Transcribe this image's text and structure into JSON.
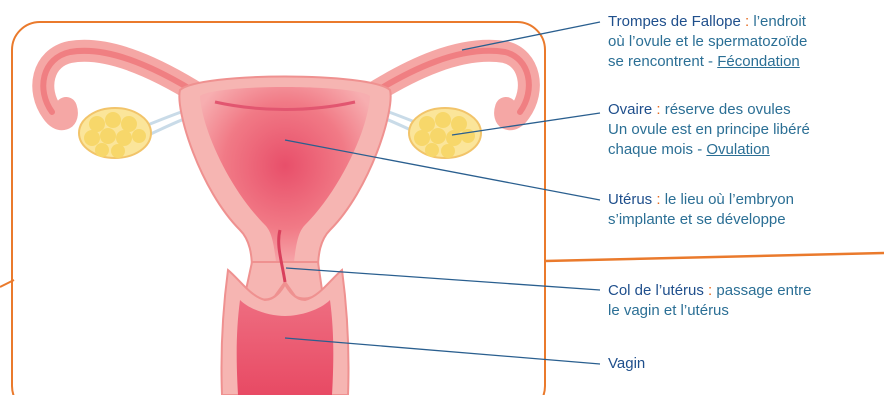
{
  "labels": {
    "trompes": {
      "term": "Trompes de Fallope",
      "sep": " : ",
      "line1_rest": "l’endroit",
      "line2": "où l’ovule et le spermatozoïde",
      "line3_text": "se rencontrent - ",
      "line3_link": "Fécondation"
    },
    "ovaire": {
      "term": "Ovaire",
      "sep": " : ",
      "line1_rest": "réserve des ovules",
      "line2": "Un ovule est en principe libéré",
      "line3_text": "chaque mois - ",
      "line3_link": "Ovulation"
    },
    "uterus": {
      "term": "Utérus",
      "sep": " : ",
      "line1_rest": "le lieu où l’embryon",
      "line2": "s’implante et se développe"
    },
    "col": {
      "term": "Col de l’utérus",
      "sep": " : ",
      "line1_rest": "passage entre",
      "line2": "le vagin et l’utérus"
    },
    "vagin": {
      "term": "Vagin"
    }
  },
  "colors": {
    "frame": "#ea7a2c",
    "leader": "#2a5f8f",
    "tissue_light": "#f8b9b5",
    "tissue_mid": "#ef8b8a",
    "tissue_dark": "#e0506a",
    "ovary": "#f7dc6f"
  }
}
